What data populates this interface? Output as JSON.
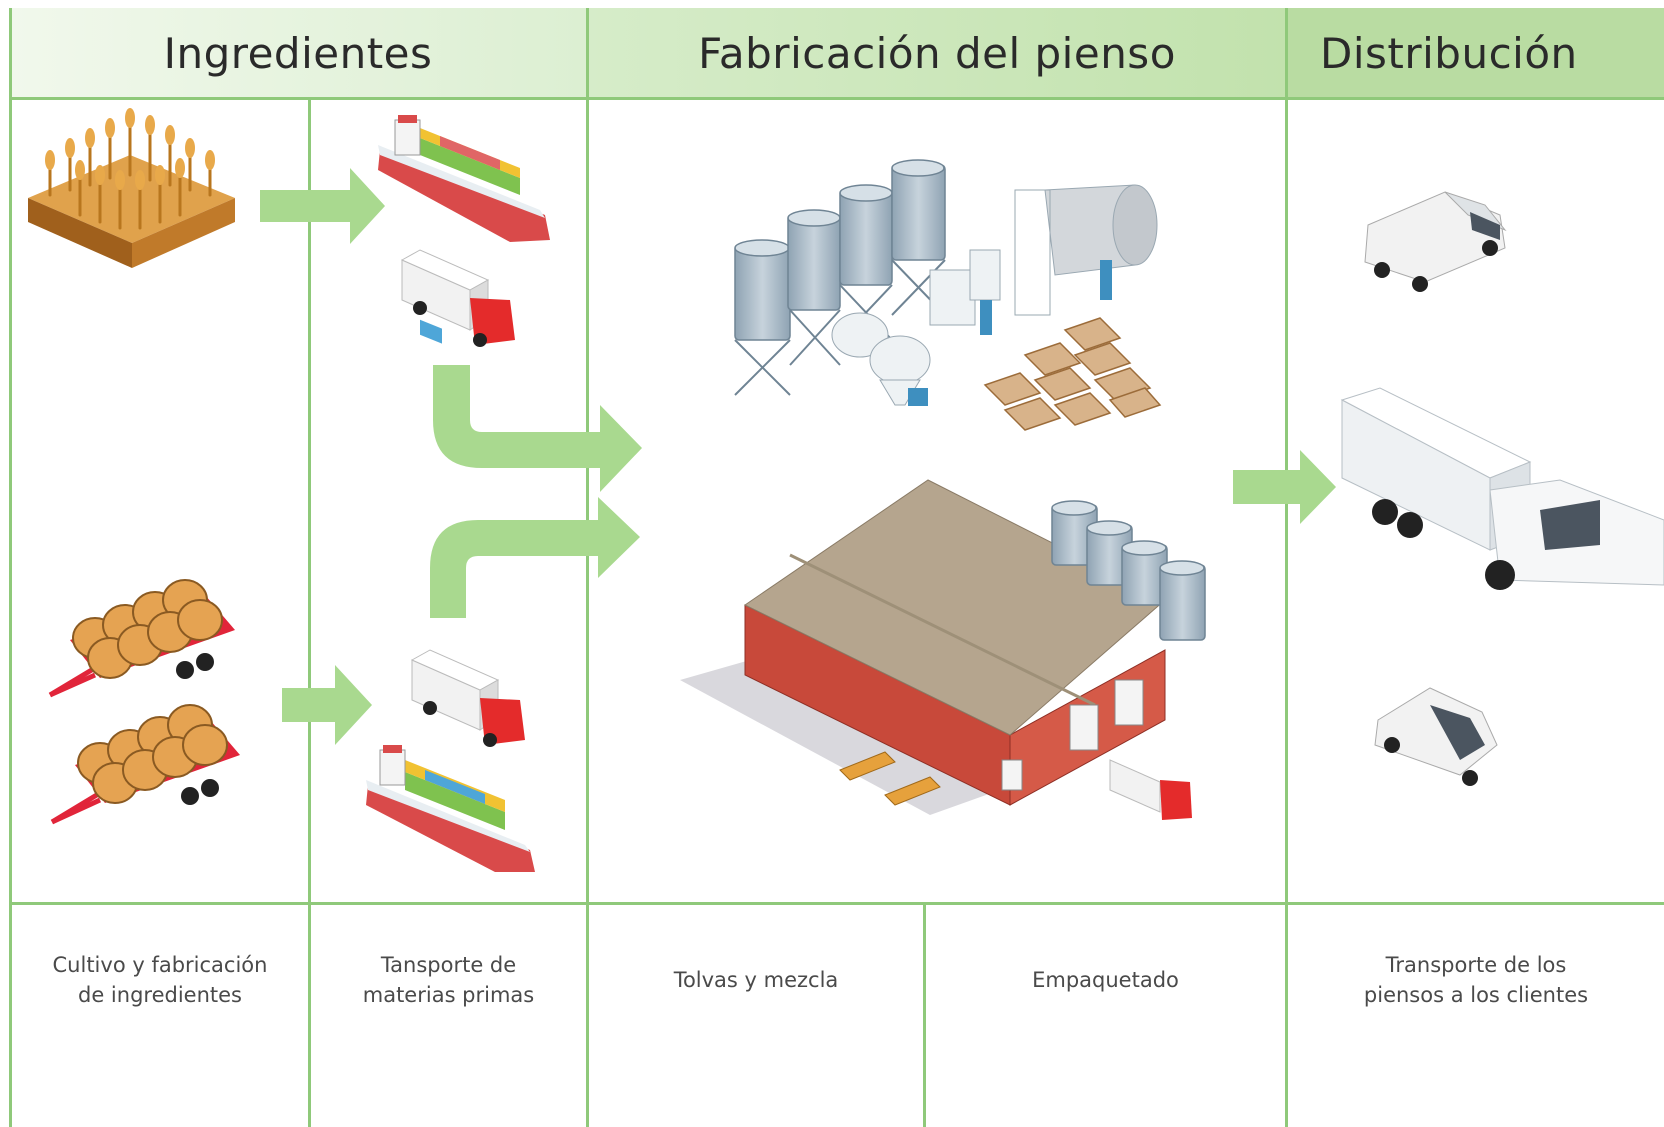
{
  "headers": {
    "ingredientes": "Ingredientes",
    "fabricacion": "Fabricación del pienso",
    "distribucion": "Distribución"
  },
  "captions": {
    "cultivo": "Cultivo y fabricación\nde ingredientes",
    "transporte_materias": "Tansporte de\nmaterias primas",
    "tolvas": "Tolvas y mezcla",
    "empaquetado": "Empaquetado",
    "transporte_piensos": "Transporte de los\npiensos a los clientes"
  },
  "colors": {
    "arrow": "#a9d98f",
    "grid_line": "#8fc97a",
    "header_light": "#e4f3da",
    "header_dark": "#b9dca2",
    "field": "#d99a3f",
    "trailer_red": "#e1253a",
    "ship_hull": "#d94a4a",
    "truck_cab": "#e42b2b",
    "building_wall": "#c8493a",
    "building_roof": "#b5a58e",
    "silo": "#a9b8c4"
  },
  "icons": [
    "wheat-field-icon",
    "hay-trailer-icon",
    "cargo-ship-icon",
    "box-truck-icon",
    "silos-mixing-plant-icon",
    "feed-bags-icon",
    "feed-factory-icon",
    "delivery-van-icon",
    "distribution-truck-icon"
  ]
}
